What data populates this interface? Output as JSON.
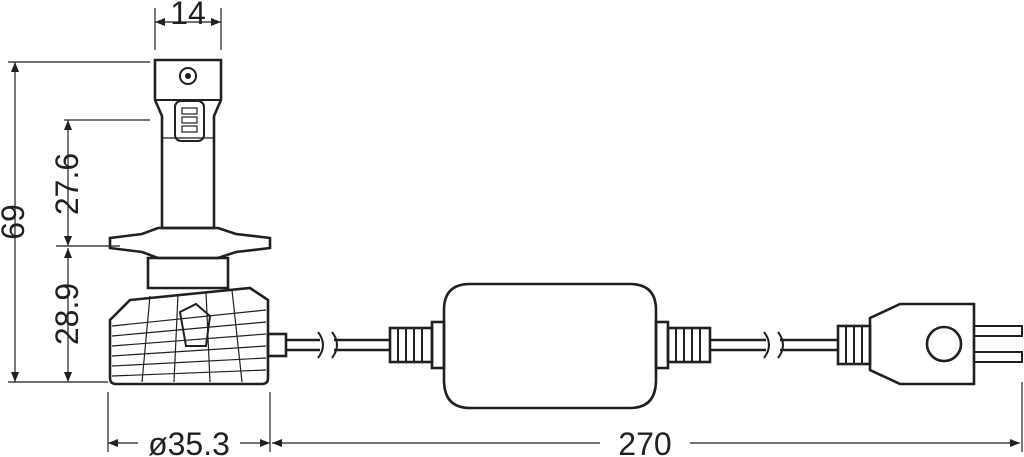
{
  "dimensions": {
    "top_width": "14",
    "total_height": "69",
    "upper_height": "27.6",
    "lower_height": "28.9",
    "base_diameter": "ø35.3",
    "cable_length": "270"
  },
  "colors": {
    "line": "#231f20",
    "body": "#f4f2f2",
    "heatsink": "#c9c9c9",
    "led": "#d9b8ae",
    "background": "#ffffff"
  }
}
